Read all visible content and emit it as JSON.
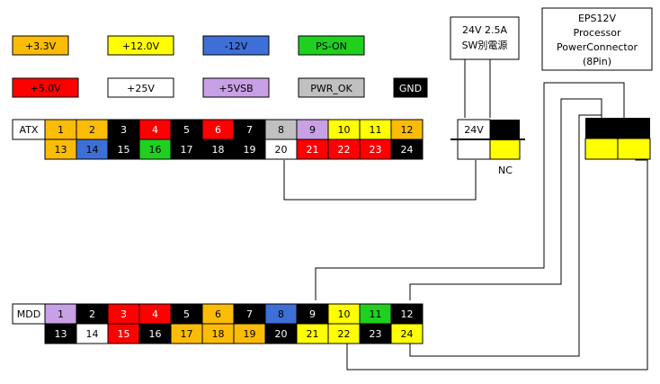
{
  "colors": {
    "v33": "#fbbc05",
    "v12": "#ffff00",
    "vneg12": "#3d6fd6",
    "pson": "#1fd01f",
    "v5": "#ff0000",
    "v25": "#ffffff",
    "vsb": "#c8a0e6",
    "pwrok": "#c0c0c0",
    "gnd": "#000000"
  },
  "legend": [
    {
      "label": "+3.3V",
      "color": "v33"
    },
    {
      "label": "+12.0V",
      "color": "v12"
    },
    {
      "label": "-12V",
      "color": "vneg12"
    },
    {
      "label": "PS-ON",
      "color": "pson"
    },
    {
      "label": "+5.0V",
      "color": "v5"
    },
    {
      "label": "+25V",
      "color": "v25"
    },
    {
      "label": "+5VSB",
      "color": "vsb"
    },
    {
      "label": "PWR_OK",
      "color": "pwrok"
    },
    {
      "label": "GND",
      "color": "gnd"
    }
  ],
  "atx": {
    "label": "ATX",
    "top": [
      {
        "n": "1",
        "c": "v33"
      },
      {
        "n": "2",
        "c": "v33"
      },
      {
        "n": "3",
        "c": "gnd"
      },
      {
        "n": "4",
        "c": "v5"
      },
      {
        "n": "5",
        "c": "gnd"
      },
      {
        "n": "6",
        "c": "v5"
      },
      {
        "n": "7",
        "c": "gnd"
      },
      {
        "n": "8",
        "c": "pwrok"
      },
      {
        "n": "9",
        "c": "vsb"
      },
      {
        "n": "10",
        "c": "v12"
      },
      {
        "n": "11",
        "c": "v12"
      },
      {
        "n": "12",
        "c": "v33"
      }
    ],
    "bottom": [
      {
        "n": "13",
        "c": "v33"
      },
      {
        "n": "14",
        "c": "vneg12"
      },
      {
        "n": "15",
        "c": "gnd"
      },
      {
        "n": "16",
        "c": "pson"
      },
      {
        "n": "17",
        "c": "gnd"
      },
      {
        "n": "18",
        "c": "gnd"
      },
      {
        "n": "19",
        "c": "gnd"
      },
      {
        "n": "20",
        "c": "v25"
      },
      {
        "n": "21",
        "c": "v5"
      },
      {
        "n": "22",
        "c": "v5"
      },
      {
        "n": "23",
        "c": "v5"
      },
      {
        "n": "24",
        "c": "gnd"
      }
    ]
  },
  "mdd": {
    "label": "MDD",
    "top": [
      {
        "n": "1",
        "c": "vsb"
      },
      {
        "n": "2",
        "c": "gnd"
      },
      {
        "n": "3",
        "c": "v5"
      },
      {
        "n": "4",
        "c": "v5"
      },
      {
        "n": "5",
        "c": "gnd"
      },
      {
        "n": "6",
        "c": "v33"
      },
      {
        "n": "7",
        "c": "gnd"
      },
      {
        "n": "8",
        "c": "vneg12"
      },
      {
        "n": "9",
        "c": "gnd"
      },
      {
        "n": "10",
        "c": "v12"
      },
      {
        "n": "11",
        "c": "pson"
      },
      {
        "n": "12",
        "c": "gnd"
      }
    ],
    "bottom": [
      {
        "n": "13",
        "c": "gnd"
      },
      {
        "n": "14",
        "c": "v25"
      },
      {
        "n": "15",
        "c": "v5"
      },
      {
        "n": "16",
        "c": "gnd"
      },
      {
        "n": "17",
        "c": "v33"
      },
      {
        "n": "18",
        "c": "v33"
      },
      {
        "n": "19",
        "c": "v33"
      },
      {
        "n": "20",
        "c": "gnd"
      },
      {
        "n": "21",
        "c": "v12"
      },
      {
        "n": "22",
        "c": "v12"
      },
      {
        "n": "23",
        "c": "gnd"
      },
      {
        "n": "24",
        "c": "v12"
      }
    ]
  },
  "sw_supply": {
    "line1": "24V 2.5A",
    "line2": "SW別電源"
  },
  "sw_connector": {
    "pin_label": "24V",
    "nc_label": "NC"
  },
  "eps": {
    "line1": "EPS12V",
    "line2": "Processor",
    "line3": "PowerConnector",
    "line4": "(8Pin)"
  }
}
